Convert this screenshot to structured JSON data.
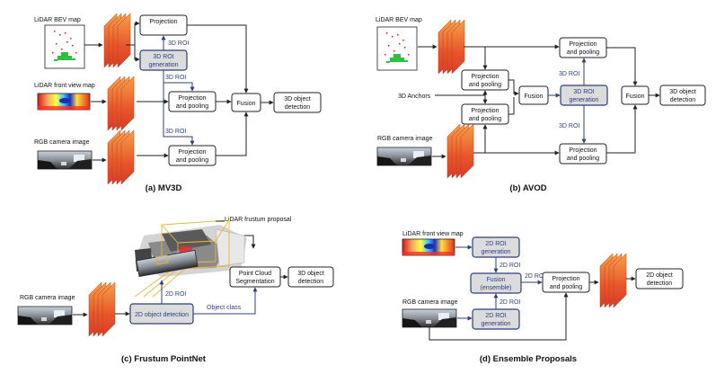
{
  "panel_a": {
    "caption": "(a) MV3D",
    "bev_label": "LiDAR BEV map",
    "front_label": "LiDAR front view map",
    "rgb_label": "RGB camera image",
    "proj_pool": "Projection and pooling",
    "roi_gen": "3D ROI generation",
    "roi_tag": "3D ROI",
    "fusion": "Fusion",
    "detection": "3D object detection"
  },
  "panel_b": {
    "caption": "(b) AVOD",
    "bev_label": "LiDAR BEV map",
    "anchors": "3D Anchors",
    "rgb_label": "RGB camera image",
    "proj_pool": "Projection and pooling",
    "roi_gen": "3D ROI generation",
    "roi_tag": "3D ROI",
    "fusion": "Fusion",
    "detection": "3D object detection"
  },
  "panel_c": {
    "caption": "(c) Frustum PointNet",
    "frustum_label": "LiDAR frustum proposal",
    "rgb_label": "RGB camera image",
    "det2d": "2D object detection",
    "roi_tag": "2D ROI",
    "object_class": "Object class",
    "seg": "Point Cloud Segmentation",
    "detection": "3D object detection"
  },
  "panel_d": {
    "caption": "(d) Ensemble Proposals",
    "front_label": "LiDAR front view map",
    "rgb_label": "RGB camera image",
    "roi_gen": "2D ROI generation",
    "roi_tag": "2D ROI",
    "fusion": "Fusion (ensemble)",
    "proj_pool": "Projection and pooling",
    "detection": "2D object detection"
  },
  "colors": {
    "roi_stroke": "#2c3f7a",
    "roi_fill": "#dcdcdc",
    "cnn_orange": "#e8562a"
  }
}
